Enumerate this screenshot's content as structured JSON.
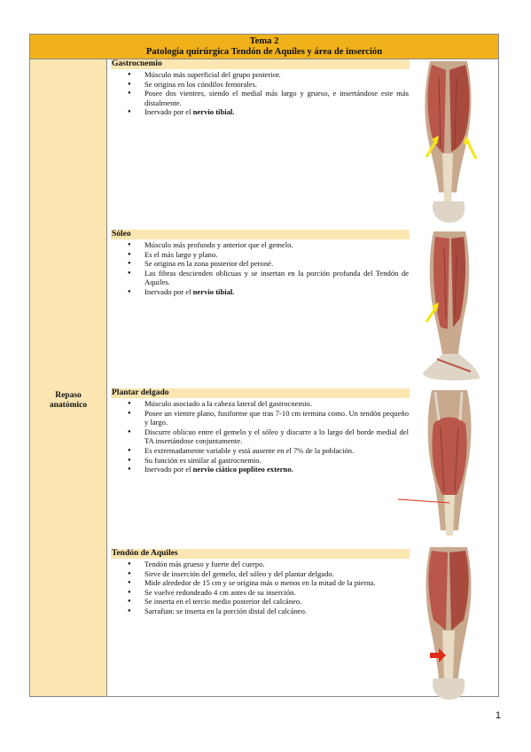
{
  "header": {
    "line1": "Tema 2",
    "line2": "Patología quirúrgica Tendón de Aquiles y área de inserción"
  },
  "side_label": {
    "line1": "Repaso",
    "line2": "anatómico"
  },
  "sections": [
    {
      "title": "Gastrocnemio",
      "items": [
        {
          "text": "Músculo más superficial del grupo posterior."
        },
        {
          "text": "Se origina en los cóndilos femorales."
        },
        {
          "text": "Posee dos vientres, siendo el medial más largo y grueso, e insertándose este más distalmente."
        },
        {
          "text": "Inervado por el ",
          "bold": "nervio tibial."
        }
      ]
    },
    {
      "title": "Sóleo",
      "items": [
        {
          "text": "Músculo más profundo y anterior que el gemelo."
        },
        {
          "text": "Es el más largo y plano."
        },
        {
          "text": "Se origina en la zona posterior del peroné."
        },
        {
          "text": "Las fibras descienden oblicuas y se insertan en la porción profunda del Tendón de Aquiles."
        },
        {
          "text": "Inervado por el ",
          "bold": "nervio tibial."
        }
      ]
    },
    {
      "title": "Plantar delgado",
      "items": [
        {
          "text": "Músculo asociado a la cabeza lateral del gastrocnemio."
        },
        {
          "text": "Posee un vientre plano, fusiforme que tras 7-10 cm termina como. Un tendón pequeño y largo."
        },
        {
          "text": "Discurre oblicuo entre el gemelo y el sóleo y discurre a lo largo del borde medial del TA insertándose conjuntamente."
        },
        {
          "text": "Es extremadamente variable y está ausente en el 7% de la población."
        },
        {
          "text": "Su función es similar al gastrocnemio."
        },
        {
          "text": "Inervado por el ",
          "bold": "nervio ciático poplíteo externo."
        }
      ]
    },
    {
      "title": "Tendón de Aquiles",
      "items": [
        {
          "text": "Tendón más grueso y fuerte del cuerpo."
        },
        {
          "text": "Sirve de inserción del gemelo, del sóleo y del plantar delgado."
        },
        {
          "text": "Mide alrededor de 15 cm y se origina más o menos en la mitad de la pierna."
        },
        {
          "text": "Se vuelve redondeado 4 cm antes de su inserción."
        },
        {
          "text": "Se inserta en el tercio medio posterior del calcáneo."
        },
        {
          "text": "Sarrafian: se inserta en la porción distal del calcáneo."
        }
      ]
    }
  ],
  "colors": {
    "header_bg": "#f0b11a",
    "label_bg": "#fbe6b2",
    "muscle": "#b8574a",
    "tendon": "#e8dcc4",
    "arrow_yellow": "#f5e614",
    "arrow_red": "#e02a1a"
  },
  "page_number": "1"
}
